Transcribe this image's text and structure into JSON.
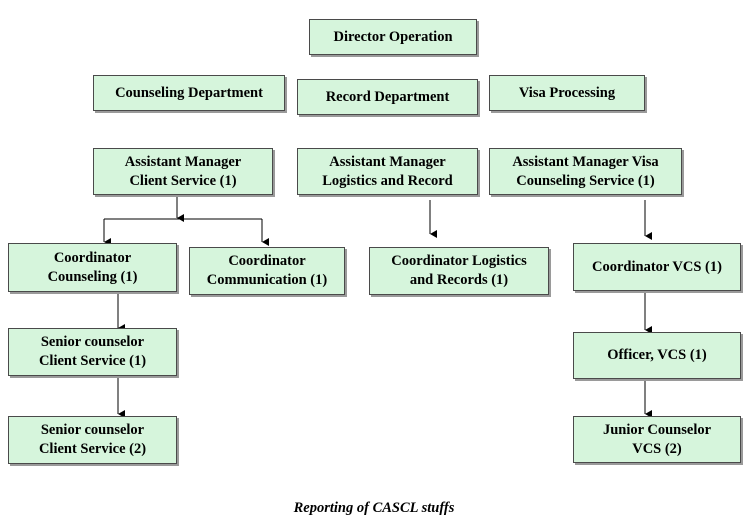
{
  "boxes": {
    "director": [
      "Director Operation"
    ],
    "counseling_dept": [
      "Counseling Department"
    ],
    "record_dept": [
      "Record Department"
    ],
    "visa_processing": [
      "Visa Processing"
    ],
    "am_client": [
      "Assistant Manager",
      "Client Service (1)"
    ],
    "am_logistics": [
      "Assistant Manager",
      "Logistics and Record"
    ],
    "am_visa": [
      "Assistant Manager Visa",
      "Counseling Service (1)"
    ],
    "coord_counseling": [
      "Coordinator",
      "Counseling (1)"
    ],
    "coord_communication": [
      "Coordinator",
      "Communication (1)"
    ],
    "coord_logistics": [
      "Coordinator Logistics",
      "and Records (1)"
    ],
    "coord_vcs": [
      "Coordinator VCS (1)"
    ],
    "senior_1": [
      "Senior counselor",
      "Client Service (1)"
    ],
    "officer_vcs": [
      "Officer, VCS (1)"
    ],
    "senior_2": [
      "Senior counselor",
      "Client Service (2)"
    ],
    "junior_vcs": [
      "Junior Counselor",
      "VCS (2)"
    ]
  },
  "caption": "Reporting of CASCL stuffs",
  "colors": {
    "box_fill": "#d6f5dc",
    "box_border": "#4a4a4a",
    "box_shadow": "#9a9a9a",
    "connector": "#000000"
  }
}
